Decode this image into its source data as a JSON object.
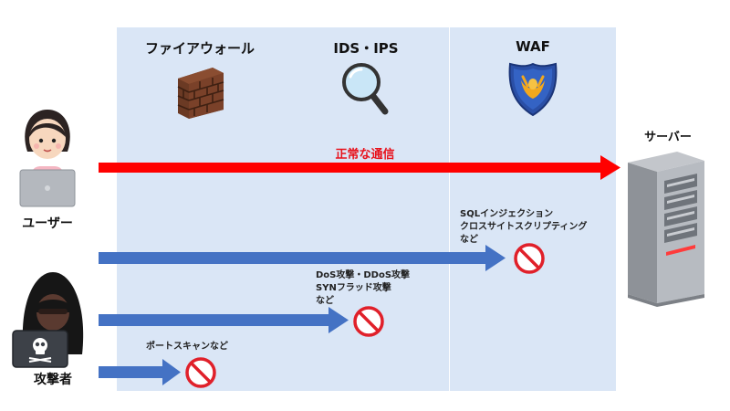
{
  "columns": [
    {
      "title": "ファイアウォール",
      "icon": "brick-wall-icon"
    },
    {
      "title": "IDS・IPS",
      "icon": "magnifying-glass-icon"
    },
    {
      "title": "WAF",
      "icon": "shield-icon"
    }
  ],
  "actors": {
    "user_label": "ユーザー",
    "attacker_label": "攻撃者",
    "server_label": "サーバー"
  },
  "flows": {
    "normal": "正常な通信",
    "waf_block": [
      "SQLインジェクション",
      "クロスサイトスクリプティング",
      "など"
    ],
    "ids_block": [
      "DoS攻撃・DDoS攻撃",
      "SYNフラッド攻撃",
      "など"
    ],
    "fw_block": [
      "ポートスキャンなど"
    ]
  },
  "colors": {
    "column_bg": "#dae6f6",
    "normal_arrow": "#ff0000",
    "attack_arrow": "#4472c4",
    "block_sign": "#e0202a"
  }
}
